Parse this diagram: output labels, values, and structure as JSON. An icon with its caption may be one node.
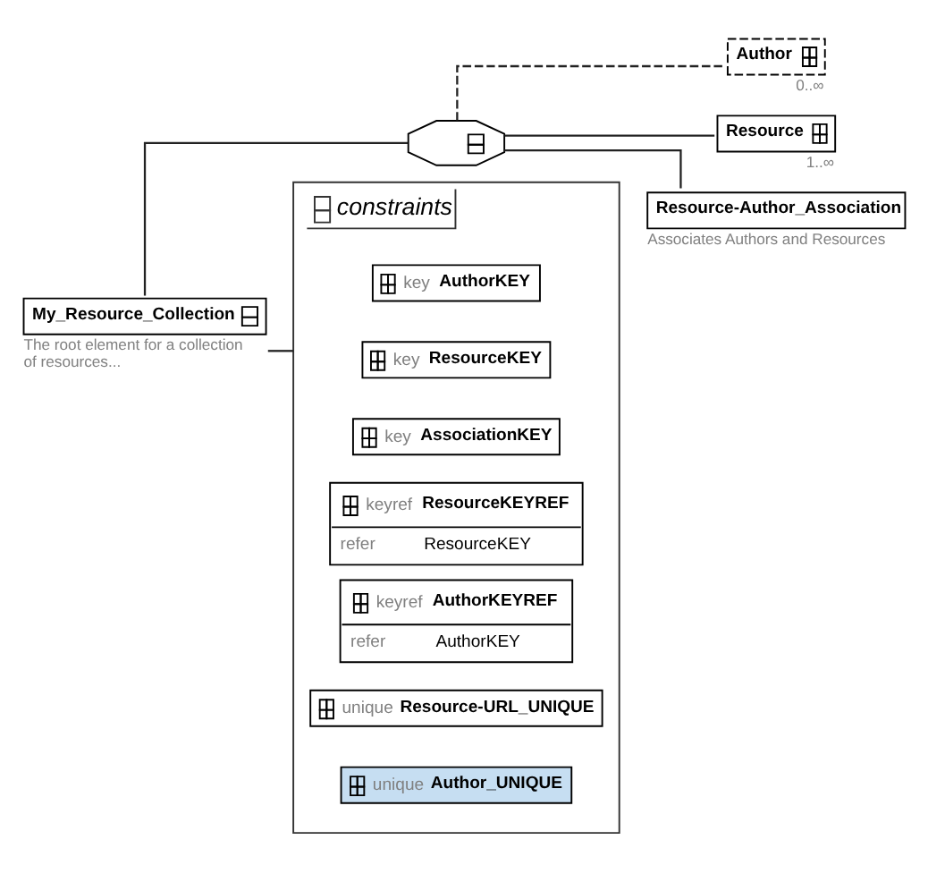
{
  "diagram": {
    "nodes": [
      {
        "text": [
          "My_Resource_Collection"
        ],
        "beside": [
          "The root element for a collection of resources..."
        ]
      },
      {
        "text": [],
        "shape": "octagon"
      },
      {
        "text": [
          "Author"
        ],
        "beside": [
          "0..∞"
        ]
      },
      {
        "text": [
          "Resource"
        ],
        "beside": [
          "1..∞"
        ]
      },
      {
        "text": [
          "Resource-Author_Association"
        ],
        "beside": [
          "Associates Authors and Resources"
        ]
      },
      {
        "text": [
          "constraints"
        ]
      },
      {
        "text": [
          "key",
          "AuthorKEY"
        ],
        "in": 5
      },
      {
        "text": [
          "key",
          "ResourceKEY"
        ],
        "in": 5
      },
      {
        "text": [
          "key",
          "AssociationKEY"
        ],
        "in": 5
      },
      {
        "text": [
          "keyref",
          "ResourceKEYREF",
          "refer",
          "ResourceKEY"
        ],
        "in": 5
      },
      {
        "text": [
          "keyref",
          "AuthorKEYREF",
          "refer",
          "AuthorKEY"
        ],
        "in": 5
      },
      {
        "text": [
          "unique",
          "Resource-URL_UNIQUE"
        ],
        "in": 5
      },
      {
        "text": [
          "unique",
          "Author_UNIQUE"
        ],
        "in": 5
      }
    ],
    "edges": [
      {
        "from": 0,
        "to": 1,
        "arrow": "none"
      },
      {
        "from": 1,
        "to": 2,
        "arrow": "none",
        "style": "dashed"
      },
      {
        "from": 1,
        "to": 3,
        "arrow": "none"
      },
      {
        "from": 1,
        "to": 4,
        "arrow": "none"
      },
      {
        "from": 0,
        "to": 5,
        "arrow": "none"
      }
    ]
  }
}
